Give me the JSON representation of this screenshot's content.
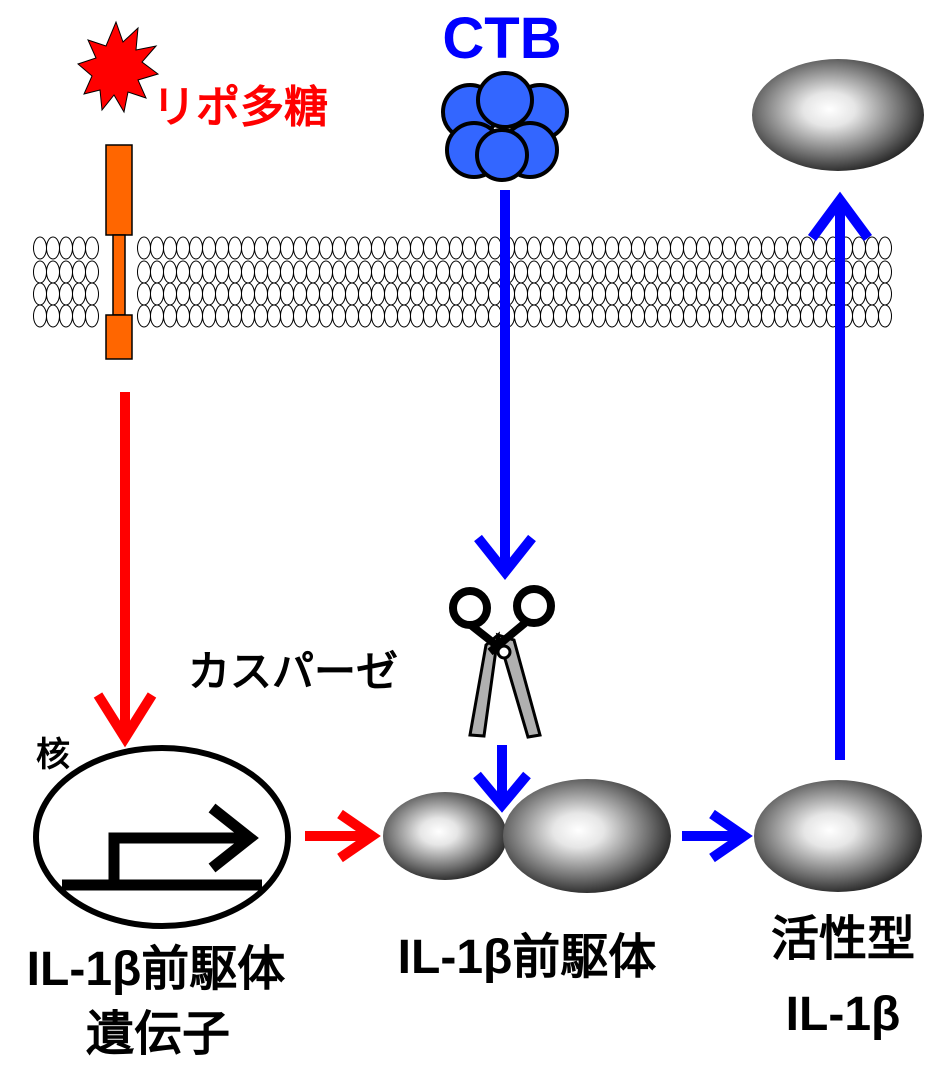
{
  "labels": {
    "lps": "リポ多糖",
    "ctb": "CTB",
    "caspase": "カスパーゼ",
    "nucleus": "核",
    "gene_line1": "IL-1β前駆体",
    "gene_line2": "遺伝子",
    "precursor": "IL-1β前駆体",
    "active_line1": "活性型",
    "active_line2": "IL-1β"
  },
  "colors": {
    "lps_red": "#ff0000",
    "ctb_blue": "#0000ff",
    "ctb_ball": "#3366ff",
    "receptor_orange": "#ff6600",
    "scissors_gray": "#b0b0b0"
  },
  "icons": {
    "lps": "starburst-icon",
    "ctb": "pentamer-cluster-icon",
    "caspase": "scissors-icon",
    "gene": "transcription-arrow-icon"
  }
}
